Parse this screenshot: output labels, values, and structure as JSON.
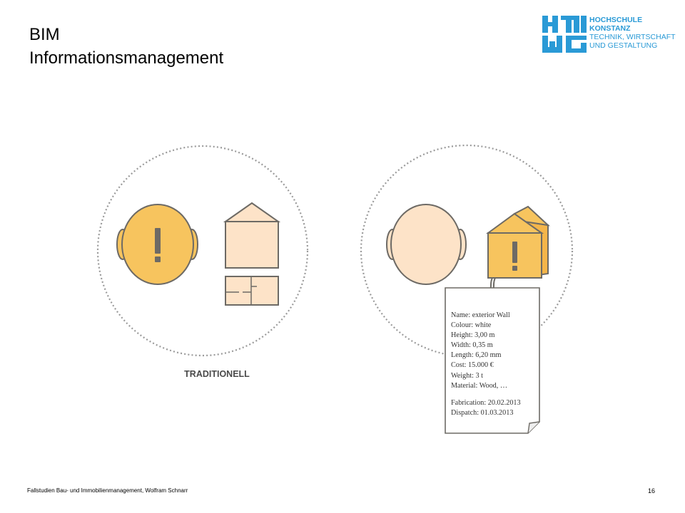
{
  "slide": {
    "title_line1": "BIM",
    "title_line2": "Informationsmanagement",
    "page_number": "16",
    "footer": "Fallstudien Bau- und Immobilienmanagement, Wolfram Schnarr"
  },
  "logo": {
    "line1": "HOCHSCHULE",
    "line2": "KONSTANZ",
    "line3": "TECHNIK, WIRTSCHAFT",
    "line4": "UND GESTALTUNG",
    "color": "#2a9ad6"
  },
  "diagram": {
    "left_label": "TRADITIONELL",
    "exclamation": "!",
    "colors": {
      "yellow": "#f7c45e",
      "peach": "#fde3c8",
      "outline": "#6d6a65",
      "dotted": "#9a9a9a"
    },
    "note_lines": [
      "Name: exterior Wall",
      "Colour: white",
      "Height: 3,00 m",
      "Width: 0,35 m",
      "Length: 6,20 mm",
      "Cost: 15.000 €",
      "Weight: 3 t",
      "Material: Wood, …"
    ],
    "note_lines2": [
      "Fabrication: 20.02.2013",
      "Dispatch: 01.03.2013"
    ]
  }
}
